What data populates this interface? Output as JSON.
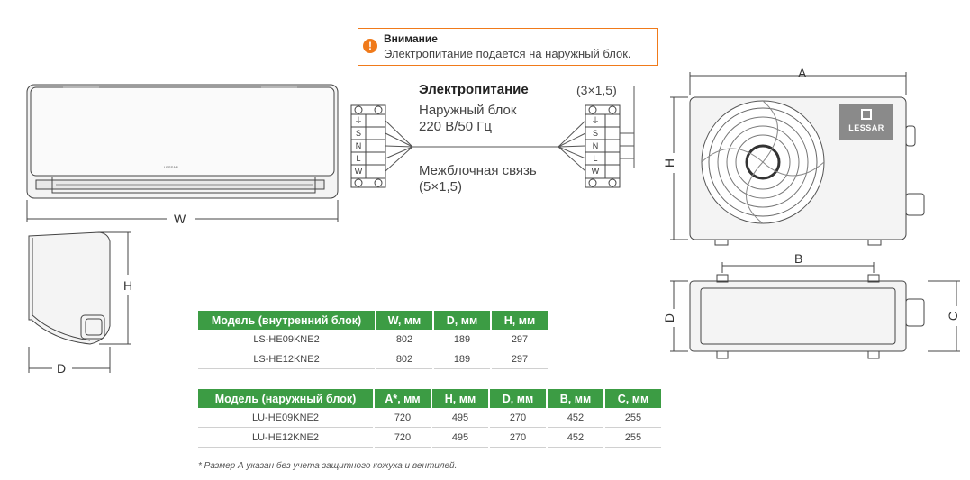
{
  "warning": {
    "icon": "exclamation-icon",
    "title": "Внимание",
    "text": "Электропитание подается на наружный блок."
  },
  "power": {
    "title": "Электропитание",
    "cable_spec": "(3×1,5)",
    "outdoor_line1": "Наружный блок",
    "outdoor_line2": "220 В/50 Гц",
    "interconnect_line1": "Межблочная связь",
    "interconnect_line2": "(5×1,5)"
  },
  "terminals": {
    "left": [
      "W",
      "L",
      "N",
      "S",
      "⏚"
    ],
    "right": [
      "W",
      "L",
      "N",
      "S",
      "⏚"
    ]
  },
  "dimensions": {
    "indoor_width": "W",
    "indoor_height": "H",
    "indoor_depth": "D",
    "outdoor_width": "A",
    "outdoor_height": "H",
    "outdoor_mount": "B",
    "outdoor_depth": "D",
    "outdoor_c": "C"
  },
  "brand": {
    "logo_text": "LESSAR",
    "indoor_badge": "LESSAR",
    "color": "#888888"
  },
  "indoor_table": {
    "headers": [
      "Модель (внутренний блок)",
      "W, мм",
      "D, мм",
      "H, мм"
    ],
    "rows": [
      [
        "LS-HE09KNE2",
        "802",
        "189",
        "297"
      ],
      [
        "LS-HE12KNE2",
        "802",
        "189",
        "297"
      ]
    ]
  },
  "outdoor_table": {
    "headers": [
      "Модель (наружный блок)",
      "A*, мм",
      "H, мм",
      "D, мм",
      "B, мм",
      "C, мм"
    ],
    "rows": [
      [
        "LU-HE09KNE2",
        "720",
        "495",
        "270",
        "452",
        "255"
      ],
      [
        "LU-HE12KNE2",
        "720",
        "495",
        "270",
        "452",
        "255"
      ]
    ]
  },
  "footnote": "* Размер А указан без учета защитного кожуха и вентилей.",
  "colors": {
    "accent_green": "#3c9c44",
    "warning_orange": "#f07a1a"
  }
}
